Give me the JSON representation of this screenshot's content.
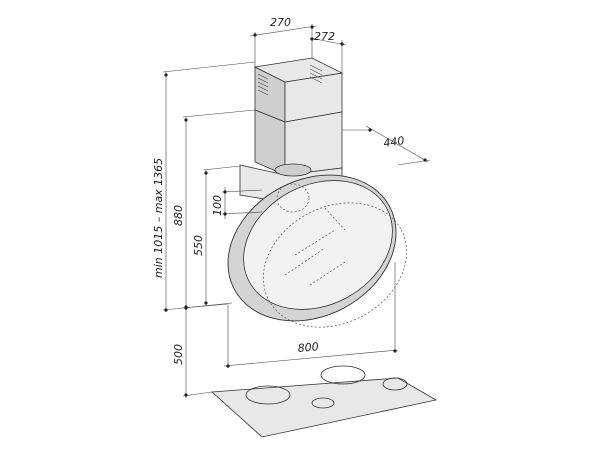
{
  "dimensions": {
    "chimney_width": "270",
    "chimney_depth": "272",
    "depth_total": "440",
    "height_range": "min 1015 – max 1365",
    "height_880": "880",
    "height_550": "550",
    "height_100": "100",
    "width_800": "800",
    "height_500": "500"
  }
}
